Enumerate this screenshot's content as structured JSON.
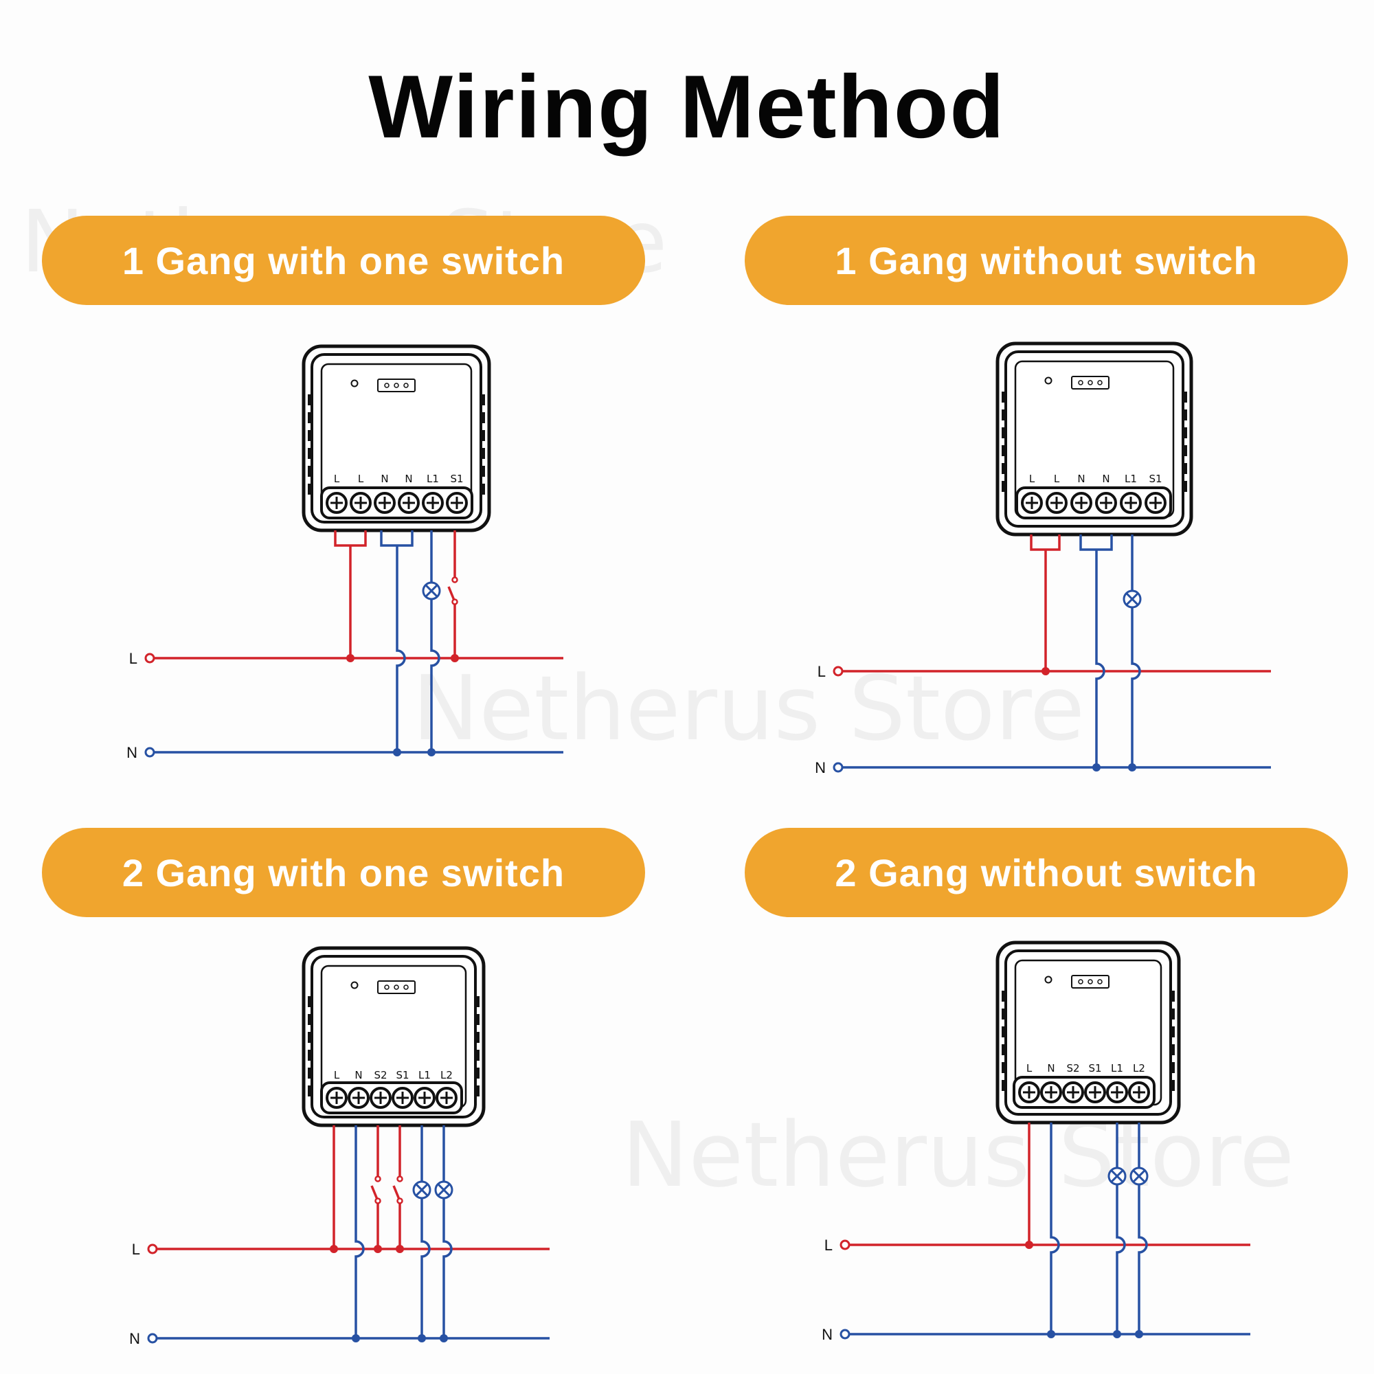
{
  "title": "Wiring Method",
  "colors": {
    "pill": "#F0A52E",
    "live": "#D2232A",
    "neutral": "#2751A3",
    "device": "#111111"
  },
  "watermark": "Netherus Store",
  "line_labels": {
    "live": "L",
    "neutral": "N"
  },
  "panels": [
    {
      "heading": "1 Gang with one switch",
      "terminals": [
        "L",
        "L",
        "N",
        "N",
        "L1",
        "S1"
      ]
    },
    {
      "heading": "1 Gang without switch",
      "terminals": [
        "L",
        "L",
        "N",
        "N",
        "L1",
        "S1"
      ]
    },
    {
      "heading": "2 Gang with one switch",
      "terminals": [
        "L",
        "N",
        "S2",
        "S1",
        "L1",
        "L2"
      ]
    },
    {
      "heading": "2 Gang without switch",
      "terminals": [
        "L",
        "N",
        "S2",
        "S1",
        "L1",
        "L2"
      ]
    }
  ]
}
